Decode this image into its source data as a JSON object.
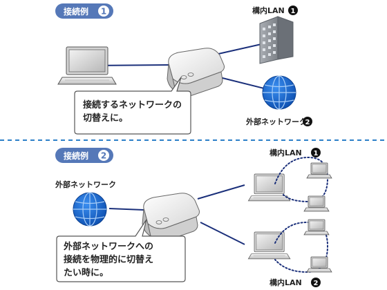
{
  "example1": {
    "badge": "接続例",
    "number": "1",
    "lan_label": "構内LAN",
    "lan_number": "1",
    "ext_label": "外部ネットワーク",
    "ext_number": "2",
    "bubble_lines": [
      "接続するネットワークの",
      "切替えに。"
    ]
  },
  "example2": {
    "badge": "接続例",
    "number": "2",
    "ext_label": "外部ネットワーク",
    "lan1_label": "構内LAN",
    "lan1_number": "1",
    "lan2_label": "構内LAN",
    "lan2_number": "2",
    "bubble_lines": [
      "外部ネットワークへの",
      "接続を物理的に切替え",
      "たい時に。"
    ]
  },
  "colors": {
    "badge_fill": "#5578b8",
    "cable": "#1a2f7a",
    "divider": "#2a7fc8",
    "globe": "#1b63c6",
    "building": "#8a8f96"
  }
}
